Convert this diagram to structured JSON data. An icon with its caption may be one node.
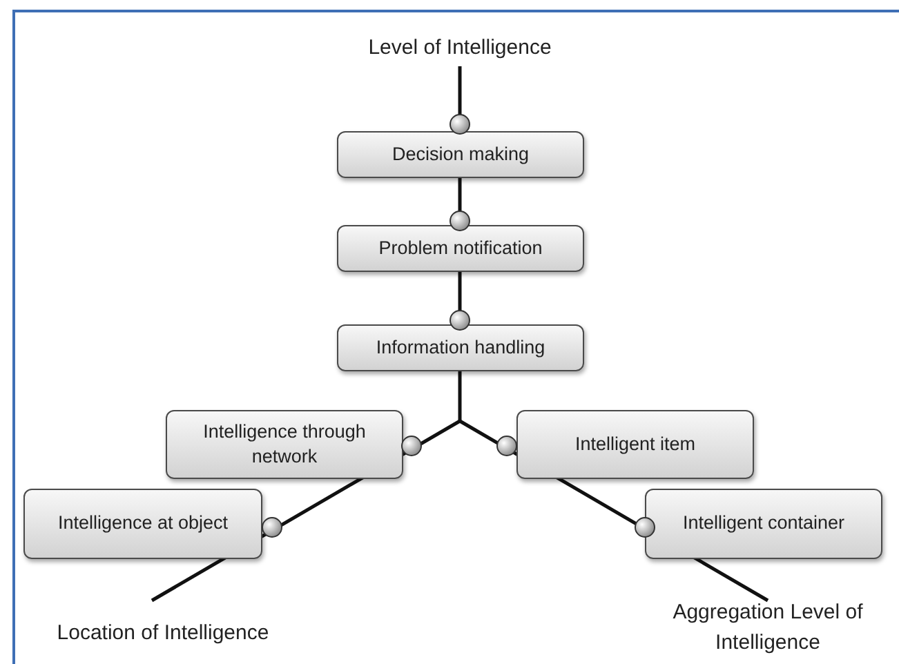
{
  "diagram": {
    "nodes": [
      {
        "text": [
          "Decision making"
        ]
      },
      {
        "text": [
          "Problem notification"
        ]
      },
      {
        "text": [
          "Information handling"
        ]
      },
      {
        "text": [
          "Intelligence through network"
        ]
      },
      {
        "text": [
          "Intelligent item"
        ]
      },
      {
        "text": [
          "Intelligence at object"
        ]
      },
      {
        "text": [
          "Intelligent container"
        ]
      }
    ],
    "labels": [
      "Level of Intelligence",
      "Location of Intelligence",
      "Aggregation Level of Intelligence"
    ]
  }
}
